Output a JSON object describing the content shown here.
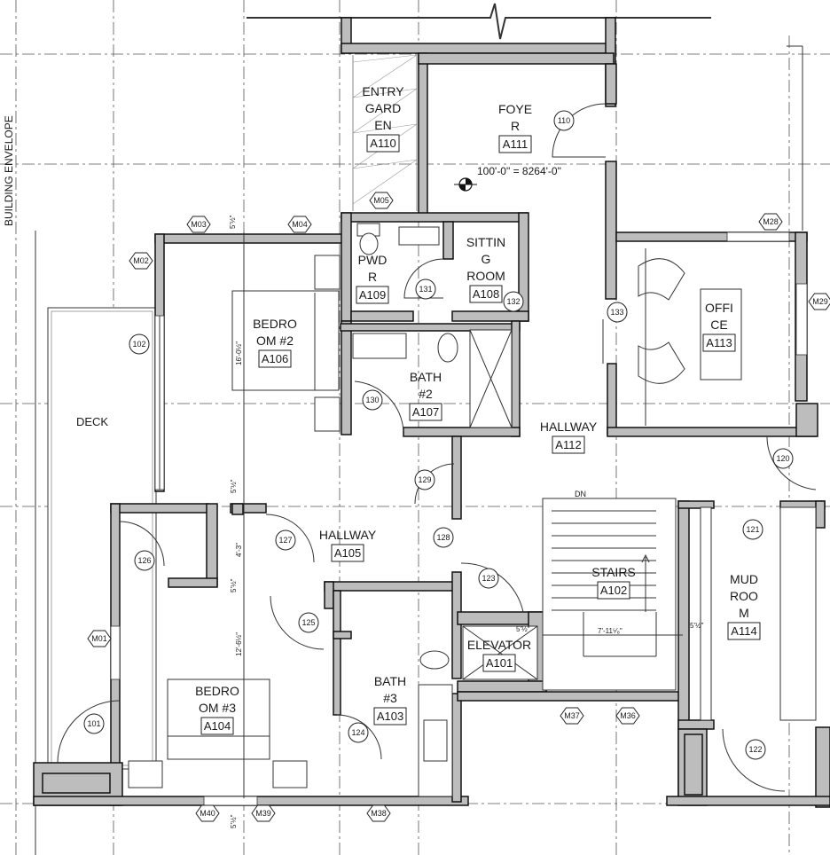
{
  "header": {
    "envelope_label": "BUILDING ENVELOPE",
    "elevation_note": "100'-0\" = 8264'-0\""
  },
  "rooms": [
    {
      "id": "entry",
      "name_lines": [
        "ENTRY",
        "GARD",
        "EN"
      ],
      "number": "A110"
    },
    {
      "id": "foyer",
      "name_lines": [
        "FOYE",
        "R"
      ],
      "number": "A111"
    },
    {
      "id": "pwdr",
      "name_lines": [
        "PWD",
        "R"
      ],
      "number": "A109"
    },
    {
      "id": "sitting",
      "name_lines": [
        "SITTIN",
        "G",
        "ROOM"
      ],
      "number": "A108"
    },
    {
      "id": "bed2",
      "name_lines": [
        "BEDRO",
        "OM #2"
      ],
      "number": "A106"
    },
    {
      "id": "bath2",
      "name_lines": [
        "BATH",
        "#2"
      ],
      "number": "A107"
    },
    {
      "id": "office",
      "name_lines": [
        "OFFI",
        "CE"
      ],
      "number": "A113"
    },
    {
      "id": "hall112",
      "name_lines": [
        "HALLWAY"
      ],
      "number": "A112"
    },
    {
      "id": "hall105",
      "name_lines": [
        "HALLWAY"
      ],
      "number": "A105"
    },
    {
      "id": "stairs",
      "name_lines": [
        "STAIRS"
      ],
      "number": "A102"
    },
    {
      "id": "elevator",
      "name_lines": [
        "ELEVATOR"
      ],
      "number": "A101"
    },
    {
      "id": "mudroom",
      "name_lines": [
        "MUD",
        "ROO",
        "M"
      ],
      "number": "A114"
    },
    {
      "id": "bath3",
      "name_lines": [
        "BATH",
        "#3"
      ],
      "number": "A103"
    },
    {
      "id": "bed3",
      "name_lines": [
        "BEDRO",
        "OM #3"
      ],
      "number": "A104"
    }
  ],
  "deck_label": "DECK",
  "stairs_direction": "DN",
  "door_tags": [
    "110",
    "131",
    "132",
    "102",
    "133",
    "130",
    "120",
    "129",
    "128",
    "127",
    "126",
    "123",
    "121",
    "125",
    "101",
    "124",
    "122"
  ],
  "window_tags": [
    "M05",
    "M03",
    "M04",
    "M02",
    "M28",
    "M29",
    "M01",
    "M37",
    "M36",
    "M40",
    "M39",
    "M38"
  ],
  "dimensions": {
    "bed2_height": "16'-0½\"",
    "bed2_top": "5'½\"",
    "hall_depth": "4'-3\"",
    "hall_offset_a": "5'½\"",
    "hall_offset_b": "5'½\"",
    "bed3_depth": "12'-6½\"",
    "bottom_offset": "5'½\"",
    "stair_width": "7'-11⁵⁄₈\"",
    "stair_left": "5'½\"",
    "stair_right": "5'½\""
  }
}
